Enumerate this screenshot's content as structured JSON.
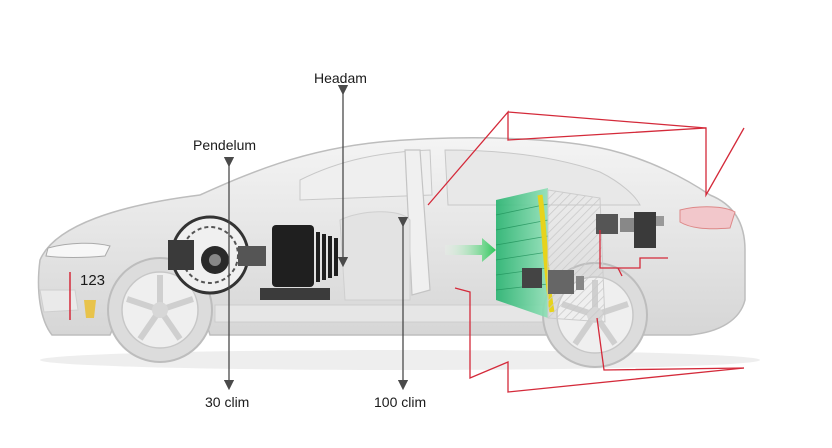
{
  "labels": {
    "top_label": "Headam",
    "left_label": "Pendelum",
    "bottom_left": "30 clim",
    "bottom_mid": "100 clim",
    "front_code": "123"
  },
  "colors": {
    "car_body": "#d9d9d9",
    "car_outline": "#b8b8b8",
    "arrow_gray": "#4a4a4a",
    "callout_red": "#d42a3a",
    "panel_green": "#2bb673",
    "panel_yellow": "#e7d31c",
    "arrow_green": "#2cc65a",
    "motor_dark": "#1f1f1f"
  }
}
